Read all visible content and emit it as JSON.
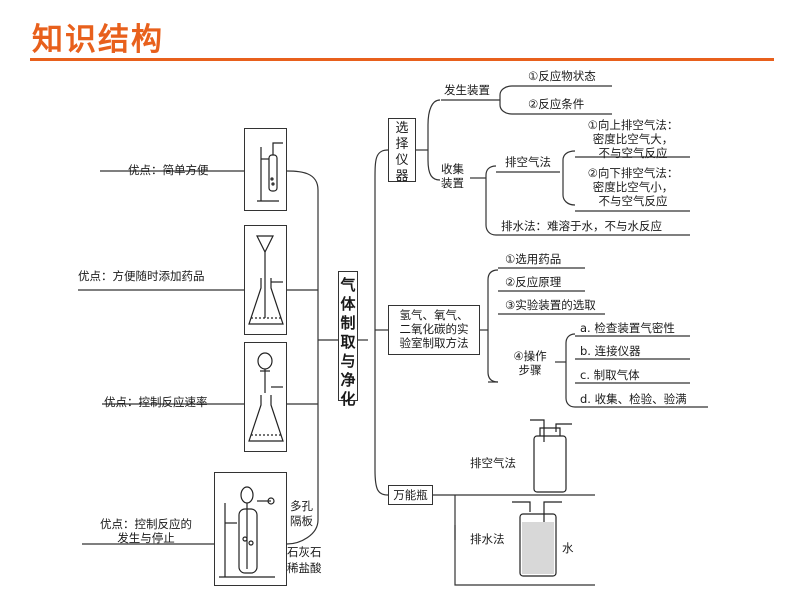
{
  "header": {
    "title": "知识结构"
  },
  "center": {
    "title": "气体制取与净化"
  },
  "left_items": [
    {
      "label": "优点：简单方便"
    },
    {
      "label": "优点：方便随时添加药品"
    },
    {
      "label": "优点：控制反应速率"
    },
    {
      "label_line1": "优点：控制反应的",
      "label_line2": "发生与停止"
    }
  ],
  "apparatus_labels": {
    "porous": "多孔",
    "partition": "隔板",
    "limestone": "石灰石",
    "acid": "稀盐酸"
  },
  "branch1": {
    "title": "选择仪器",
    "generator": {
      "label": "发生装置",
      "items": [
        "①反应物状态",
        "②反应条件"
      ]
    },
    "collector": {
      "label": "收集装置",
      "air": {
        "label": "排空气法",
        "up": [
          "①向上排空气法：",
          "密度比空气大，",
          "不与空气反应"
        ],
        "down": [
          "②向下排空气法：",
          "密度比空气小，",
          "不与空气反应"
        ]
      },
      "water": "排水法：难溶于水，不与水反应"
    }
  },
  "branch2": {
    "title_lines": [
      "氢气、氧气、",
      "二氧化碳的实",
      "验室制取方法"
    ],
    "items": [
      "①选用药品",
      "②反应原理",
      "③实验装置的选取"
    ],
    "steps_label": [
      "④操作",
      "步骤"
    ],
    "steps": [
      "a. 检查装置气密性",
      "b. 连接仪器",
      "c. 制取气体",
      "d. 收集、检验、验满"
    ]
  },
  "branch3": {
    "title": "万能瓶",
    "air_label": "排空气法",
    "water_label": "排水法",
    "water_note": "水"
  }
}
